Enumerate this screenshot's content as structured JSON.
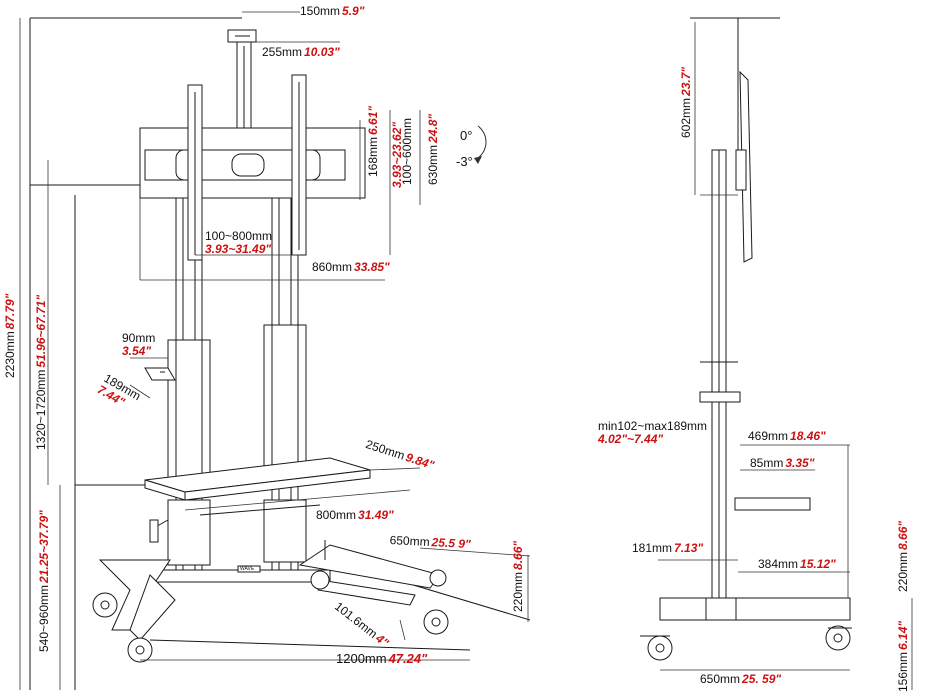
{
  "colors": {
    "line": "#1a1a1a",
    "dim_line": "#333333",
    "metric": "#111111",
    "imperial": "#cc1111",
    "fill": "#ffffff"
  },
  "front_view": {
    "mount_top_width": {
      "mm": "150mm",
      "in": "5.9\""
    },
    "mount_top_depth": {
      "mm": "255mm",
      "in": "10.03\""
    },
    "vesa_vertical_range": {
      "mm": "100~600mm",
      "in": "3.93~23.62\""
    },
    "plate_height": {
      "mm": "630mm",
      "in": "24.8\""
    },
    "plate_inner_height": {
      "mm": "168mm",
      "in": "6.61\""
    },
    "tilt_up": "0°",
    "tilt_down": "-3°",
    "vesa_horizontal_range": {
      "mm": "100~800mm",
      "in": "3.93~31.49\""
    },
    "plate_width": {
      "mm": "860mm",
      "in": "33.85\""
    },
    "total_height": {
      "mm": "2230mm",
      "in": "87.79\""
    },
    "adjustable_height": {
      "mm": "1320~1720mm",
      "in": "51.96~67.71\""
    },
    "camera_shelf_width": {
      "mm": "90mm",
      "in": "3.54\""
    },
    "camera_shelf_depth": {
      "mm": "189mm",
      "in": "7.44\""
    },
    "shelf_depth": {
      "mm": "250mm",
      "in": "9.84\""
    },
    "shelf_width": {
      "mm": "800mm",
      "in": "31.49\""
    },
    "shelf_height_range": {
      "mm": "540~960mm",
      "in": "21.25~37.79\""
    },
    "base_depth": {
      "mm": "650mm",
      "in": "25.5 9\""
    },
    "base_height": {
      "mm": "220mm",
      "in": "8.66\""
    },
    "caster_size": {
      "mm": "101.6mm",
      "in": "4\""
    },
    "base_width": {
      "mm": "1200mm",
      "in": "47.24\""
    },
    "brand_label": "WAVE"
  },
  "side_view": {
    "screen_height": {
      "mm": "602mm",
      "in": "23.7\""
    },
    "camera_shelf_range": {
      "mm": "min102~max189mm",
      "in": "4.02\"~7.44\""
    },
    "shelf_depth": {
      "mm": "469mm",
      "in": "18.46\""
    },
    "shelf_offset": {
      "mm": "85mm",
      "in": "3.35\""
    },
    "column_offset": {
      "mm": "181mm",
      "in": "7.13\""
    },
    "base_offset": {
      "mm": "384mm",
      "in": "15.12\""
    },
    "base_height": {
      "mm": "220mm",
      "in": "8.66\""
    },
    "caster_height": {
      "mm": "156mm",
      "in": "6.14\""
    },
    "base_depth": {
      "mm": "650mm",
      "in": "25. 59\""
    }
  }
}
